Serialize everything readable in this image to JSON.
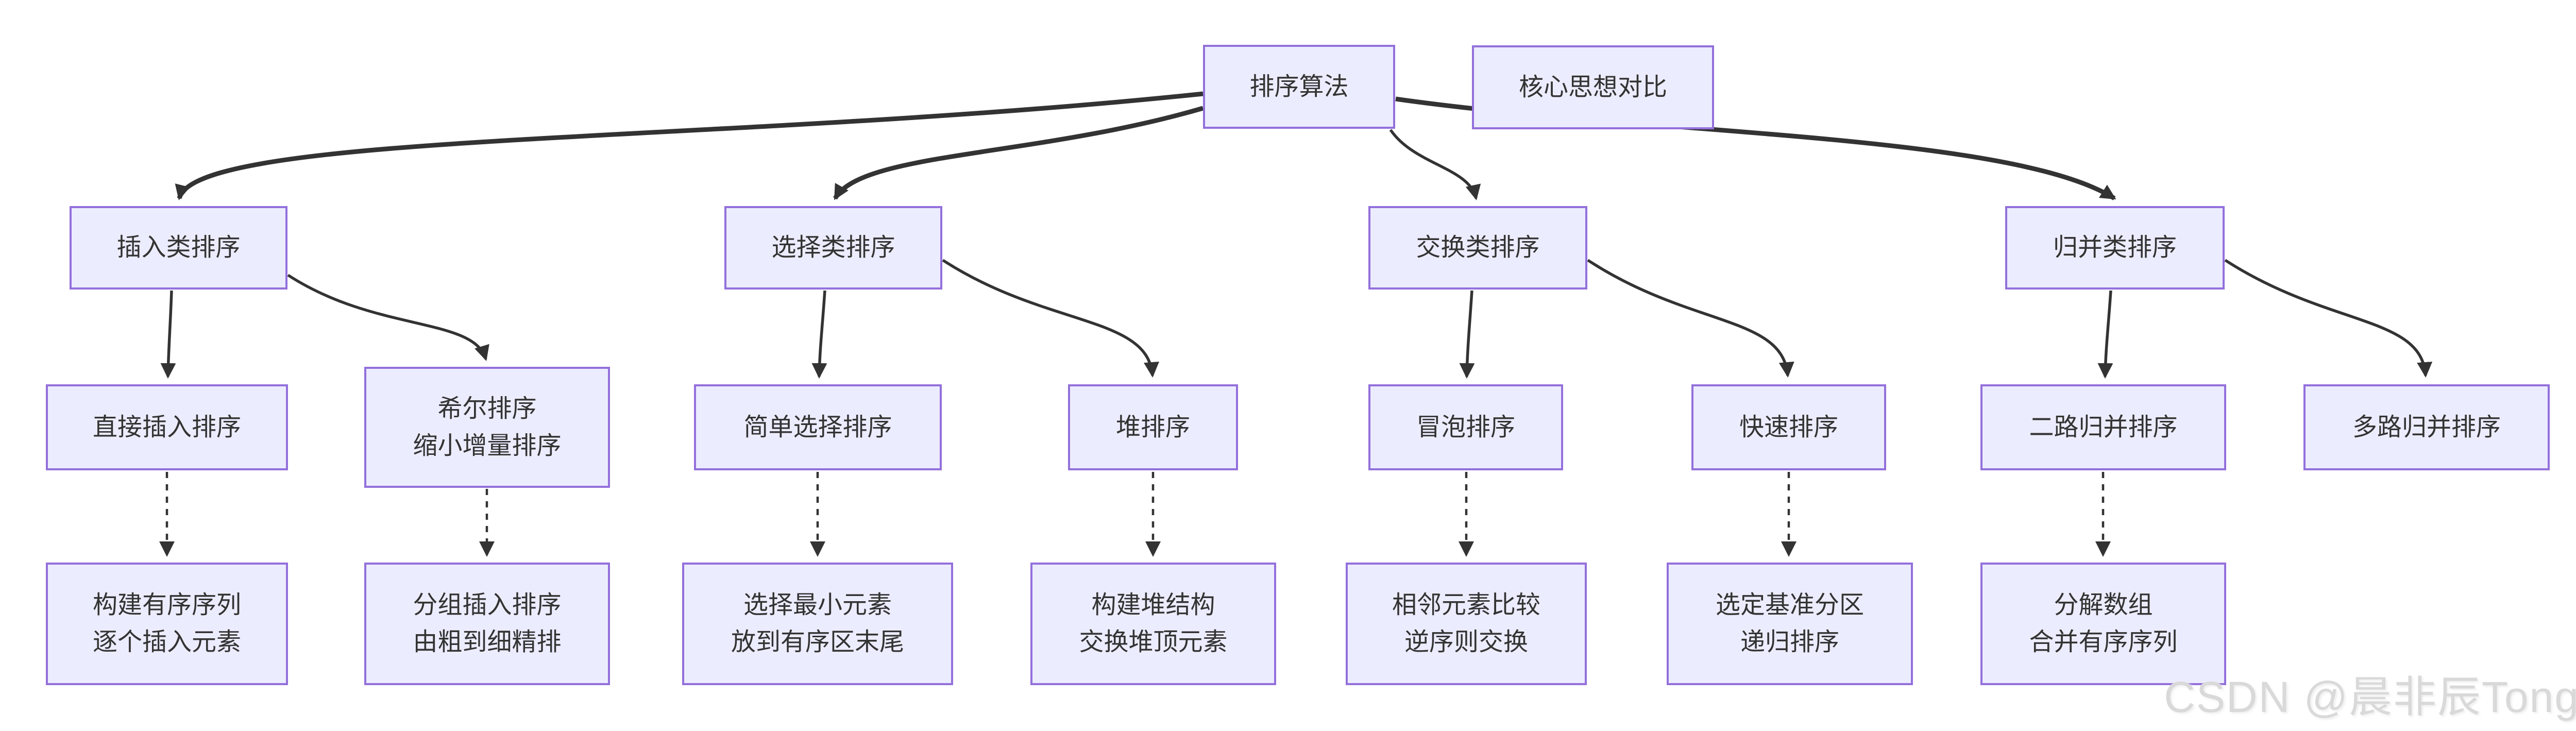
{
  "colors": {
    "node_fill": "#ECECFF",
    "node_border": "#9370DB",
    "edge_stroke": "#333333",
    "text": "#333333",
    "watermark": "#d9d9d9",
    "background": "#ffffff"
  },
  "watermark": {
    "text": "CSDN @晨非辰Tong"
  },
  "nodes": [
    {
      "id": "sa",
      "lines": [
        "排序算法"
      ]
    },
    {
      "id": "hx",
      "lines": [
        "核心思想对比"
      ]
    },
    {
      "id": "ins",
      "lines": [
        "插入类排序"
      ]
    },
    {
      "id": "sel",
      "lines": [
        "选择类排序"
      ]
    },
    {
      "id": "exc",
      "lines": [
        "交换类排序"
      ]
    },
    {
      "id": "mrg",
      "lines": [
        "归并类排序"
      ]
    },
    {
      "id": "direct",
      "lines": [
        "直接插入排序"
      ]
    },
    {
      "id": "shell",
      "lines": [
        "希尔排序",
        "缩小增量排序"
      ]
    },
    {
      "id": "simple",
      "lines": [
        "简单选择排序"
      ]
    },
    {
      "id": "heap",
      "lines": [
        "堆排序"
      ]
    },
    {
      "id": "bubble",
      "lines": [
        "冒泡排序"
      ]
    },
    {
      "id": "quick",
      "lines": [
        "快速排序"
      ]
    },
    {
      "id": "two",
      "lines": [
        "二路归并排序"
      ]
    },
    {
      "id": "multi",
      "lines": [
        "多路归并排序"
      ]
    },
    {
      "id": "d1",
      "lines": [
        "构建有序序列",
        "逐个插入元素"
      ]
    },
    {
      "id": "d2",
      "lines": [
        "分组插入排序",
        "由粗到细精排"
      ]
    },
    {
      "id": "d3",
      "lines": [
        "选择最小元素",
        "放到有序区末尾"
      ]
    },
    {
      "id": "d4",
      "lines": [
        "构建堆结构",
        "交换堆顶元素"
      ]
    },
    {
      "id": "d5",
      "lines": [
        "相邻元素比较",
        "逆序则交换"
      ]
    },
    {
      "id": "d6",
      "lines": [
        "选定基准分区",
        "递归排序"
      ]
    },
    {
      "id": "d7",
      "lines": [
        "分解数组",
        "合并有序序列"
      ]
    }
  ],
  "edges": [
    {
      "from": "排序算法",
      "to": "插入类排序",
      "style": "thick"
    },
    {
      "from": "排序算法",
      "to": "选择类排序",
      "style": "thick"
    },
    {
      "from": "排序算法",
      "to": "交换类排序",
      "style": "normal"
    },
    {
      "from": "排序算法",
      "to": "归并类排序",
      "style": "thick"
    },
    {
      "from": "插入类排序",
      "to": "直接插入排序",
      "style": "normal"
    },
    {
      "from": "插入类排序",
      "to": "希尔排序 缩小增量排序",
      "style": "normal"
    },
    {
      "from": "选择类排序",
      "to": "简单选择排序",
      "style": "normal"
    },
    {
      "from": "选择类排序",
      "to": "堆排序",
      "style": "normal"
    },
    {
      "from": "交换类排序",
      "to": "冒泡排序",
      "style": "normal"
    },
    {
      "from": "交换类排序",
      "to": "快速排序",
      "style": "normal"
    },
    {
      "from": "归并类排序",
      "to": "二路归并排序",
      "style": "normal"
    },
    {
      "from": "归并类排序",
      "to": "多路归并排序",
      "style": "normal"
    },
    {
      "from": "直接插入排序",
      "to": "构建有序序列 逐个插入元素",
      "style": "dotted"
    },
    {
      "from": "希尔排序 缩小增量排序",
      "to": "分组插入排序 由粗到细精排",
      "style": "dotted"
    },
    {
      "from": "简单选择排序",
      "to": "选择最小元素 放到有序区末尾",
      "style": "dotted"
    },
    {
      "from": "堆排序",
      "to": "构建堆结构 交换堆顶元素",
      "style": "dotted"
    },
    {
      "from": "冒泡排序",
      "to": "相邻元素比较 逆序则交换",
      "style": "dotted"
    },
    {
      "from": "快速排序",
      "to": "选定基准分区 递归排序",
      "style": "dotted"
    },
    {
      "from": "二路归并排序",
      "to": "分解数组 合并有序序列",
      "style": "dotted"
    }
  ]
}
